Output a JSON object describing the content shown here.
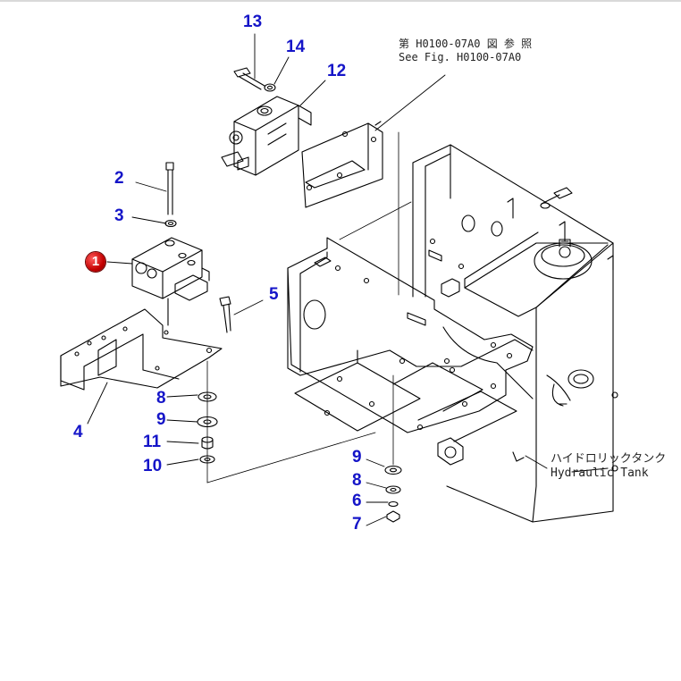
{
  "diagram": {
    "selected_part": "1",
    "callouts": [
      "2",
      "3",
      "4",
      "5",
      "8",
      "9",
      "11",
      "10",
      "13",
      "14",
      "12",
      "9",
      "8",
      "6",
      "7"
    ],
    "reference_note": {
      "line1": "第 H0100-07A0 図 参 照",
      "line2": "See Fig. H0100-07A0"
    },
    "tank_label": {
      "line1": "ハイドロリックタンク",
      "line2": "Hydraulic Tank"
    },
    "colors": {
      "callout": "#1515c8",
      "marker": "#c40000",
      "linework": "#000000"
    }
  }
}
